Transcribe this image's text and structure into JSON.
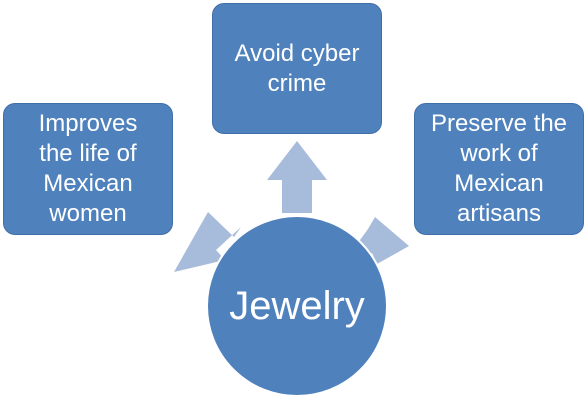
{
  "diagram": {
    "center": {
      "label": "Jewelry"
    },
    "boxes": {
      "top": {
        "label": "Avoid cyber\ncrime"
      },
      "left": {
        "label": "Improves\nthe life of\nMexican\nwomen"
      },
      "right": {
        "label": "Preserve the\nwork of\nMexican\nartisans"
      }
    },
    "colors": {
      "box_fill": "#4f81bd",
      "arrow_fill": "#a7bcdb",
      "text": "#ffffff"
    }
  }
}
